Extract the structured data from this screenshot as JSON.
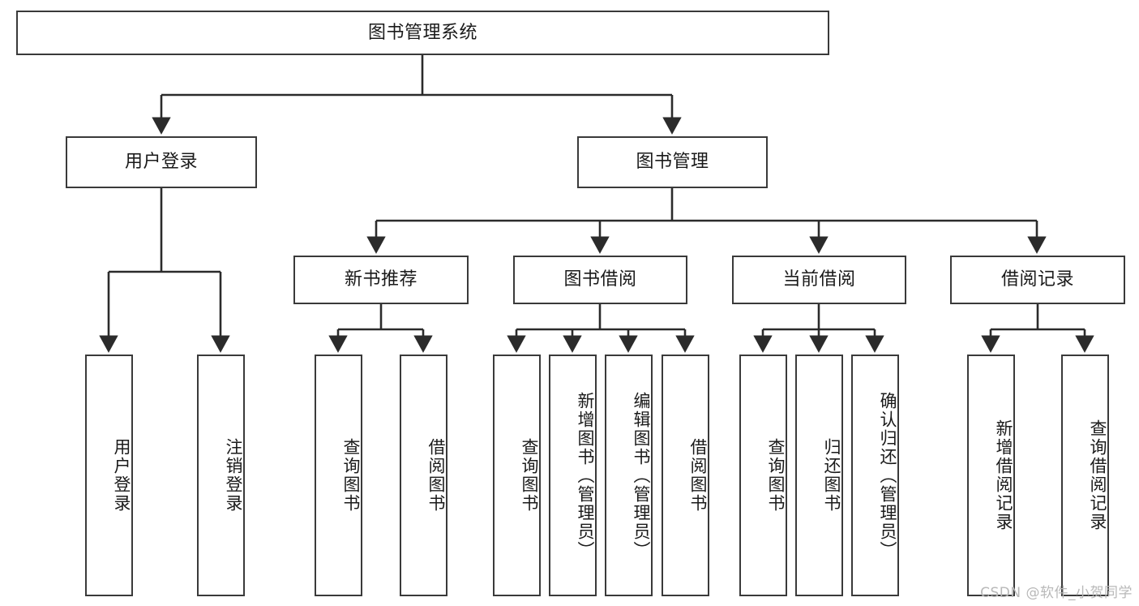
{
  "diagram": {
    "title": "图书管理系统",
    "type": "tree-hierarchy-diagram",
    "watermark": "CSDN @软件_小贺同学",
    "colors": {
      "box_border": "#3a3a3a",
      "box_fill": "#ffffff",
      "edge": "#2b2b2b",
      "text": "#1a1a1a",
      "watermark": "#b8b8b8",
      "background": "#ffffff"
    },
    "levels": {
      "root": {
        "label": "图书管理系统"
      },
      "level2": [
        {
          "id": "user-login",
          "label": "用户登录"
        },
        {
          "id": "book-manage",
          "label": "图书管理"
        }
      ],
      "level3": [
        {
          "id": "new-book-recommend",
          "label": "新书推荐"
        },
        {
          "id": "book-borrow",
          "label": "图书借阅"
        },
        {
          "id": "current-borrow",
          "label": "当前借阅"
        },
        {
          "id": "borrow-record",
          "label": "借阅记录"
        }
      ],
      "leaves": [
        {
          "id": "leaf-user-login",
          "label": "用户登录",
          "parent": "user-login"
        },
        {
          "id": "leaf-user-logout",
          "label": "注销登录",
          "parent": "user-login"
        },
        {
          "id": "leaf-query-book-1",
          "label": "查询图书",
          "parent": "new-book-recommend"
        },
        {
          "id": "leaf-borrow-book-1",
          "label": "借阅图书",
          "parent": "new-book-recommend"
        },
        {
          "id": "leaf-query-book-2",
          "label": "查询图书",
          "parent": "book-borrow"
        },
        {
          "id": "leaf-add-book",
          "label": "新增图书（管理员）",
          "parent": "book-borrow"
        },
        {
          "id": "leaf-edit-book",
          "label": "编辑图书（管理员）",
          "parent": "book-borrow"
        },
        {
          "id": "leaf-borrow-book-2",
          "label": "借阅图书",
          "parent": "book-borrow"
        },
        {
          "id": "leaf-query-book-3",
          "label": "查询图书",
          "parent": "current-borrow"
        },
        {
          "id": "leaf-return-book",
          "label": "归还图书",
          "parent": "current-borrow"
        },
        {
          "id": "leaf-confirm-return",
          "label": "确认归还（管理员）",
          "parent": "current-borrow"
        },
        {
          "id": "leaf-add-record",
          "label": "新增借阅记录",
          "parent": "borrow-record"
        },
        {
          "id": "leaf-query-record",
          "label": "查询借阅记录",
          "parent": "borrow-record"
        }
      ]
    }
  }
}
